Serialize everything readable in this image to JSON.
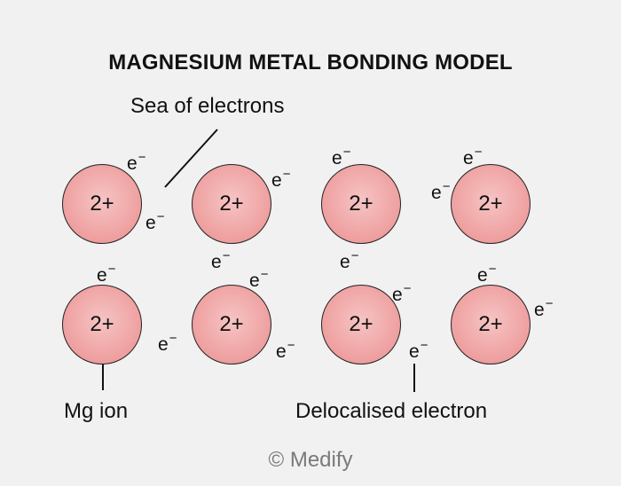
{
  "title": "MAGNESIUM METAL BONDING MODEL",
  "labels": {
    "sea_of_electrons": "Sea of electrons",
    "mg_ion": "Mg ion",
    "delocalised_electron": "Delocalised electron"
  },
  "ion_charge": "2+",
  "electron_symbol": "e",
  "electron_charge": "−",
  "footer": "© Medify",
  "colors": {
    "background": "#f1f1f1",
    "ion_fill": "#efa1a1",
    "outline": "#222222",
    "footer_text": "#7a7a7a"
  }
}
